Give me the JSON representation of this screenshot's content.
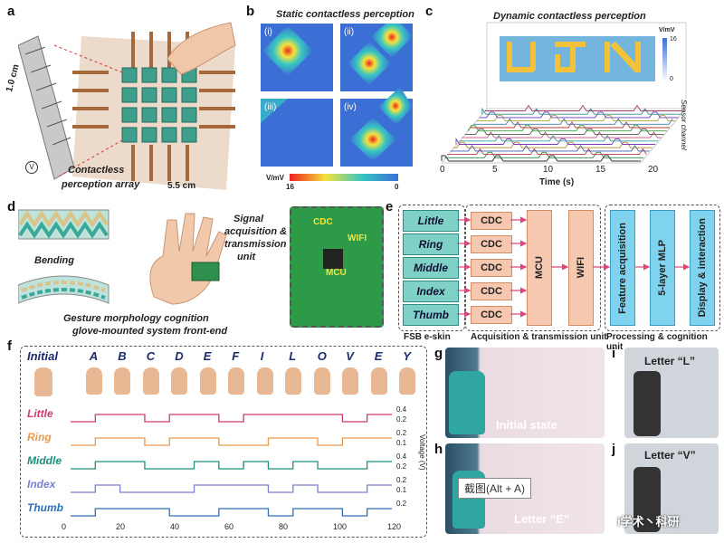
{
  "panels": {
    "a": {
      "label": "a",
      "dim_1cm": "1.0 cm",
      "dim_55cm": "5.5 cm",
      "caption_line1": "Contactless",
      "caption_line2": "perception array",
      "voltmeter": "V"
    },
    "b": {
      "label": "b",
      "title": "Static contactless perception",
      "subpanels": [
        "(i)",
        "(ii)",
        "(iii)",
        "(iv)"
      ],
      "colorbar_unit": "V/mV",
      "colorbar_max": "16",
      "colorbar_min": "0"
    },
    "c": {
      "label": "c",
      "title": "Dynamic contactless perception",
      "xlabel": "Time (s)",
      "xticks": [
        "0",
        "5",
        "10",
        "15",
        "20"
      ],
      "zlabel": "Sensor channel",
      "colorbar_unit": "V/mV",
      "colorbar_max": "16",
      "colorbar_min": "0"
    },
    "d": {
      "label": "d",
      "bending": "Bending",
      "signal_line1": "Signal",
      "signal_line2": "acquisition &",
      "signal_line3": "transmission",
      "signal_line4": "unit",
      "caption_line1": "Gesture morphology cognition",
      "caption_line2": "glove-mounted system front-end",
      "chip_cdc": "CDC",
      "chip_mcu": "MCU",
      "chip_wifi": "WIFI"
    },
    "e": {
      "label": "e",
      "fingers": [
        "Little",
        "Ring",
        "Middle",
        "Index",
        "Thumb"
      ],
      "cdc": "CDC",
      "mcu": "MCU",
      "wifi": "WIFI",
      "stage_feature": "Feature acquisition",
      "stage_mlp": "5-layer MLP",
      "stage_display": "Display & interaction",
      "caption_skin": "FSB e-skin",
      "caption_acq": "Acquisition & transmission unit",
      "caption_proc": "Processing & cognition unit"
    },
    "f": {
      "label": "f",
      "initial": "Initial",
      "letters": [
        "A",
        "B",
        "C",
        "D",
        "E",
        "F",
        "I",
        "L",
        "O",
        "V",
        "E",
        "Y"
      ],
      "channels": [
        "Little",
        "Ring",
        "Middle",
        "Index",
        "Thumb"
      ],
      "channel_colors": [
        "#d23b6a",
        "#e89a4a",
        "#1d8f7e",
        "#7a7fd0",
        "#2f6fb8"
      ],
      "ticks_right": [
        [
          "0.4",
          "0.2"
        ],
        [
          "0.2",
          "0.1"
        ],
        [
          "0.4",
          "0.2"
        ],
        [
          "0.2",
          "0.1"
        ],
        [
          "0.2"
        ]
      ],
      "xticks": [
        "0",
        "20",
        "40",
        "60",
        "80",
        "100",
        "120"
      ],
      "ylabel": "Voltage (V)"
    },
    "g": {
      "label": "g",
      "caption": "Initial state"
    },
    "h": {
      "label": "h",
      "caption": "Letter “E”",
      "overlay": "截图(Alt + A)"
    },
    "i": {
      "label": "i",
      "caption": "Letter “L”"
    },
    "j": {
      "label": "j",
      "caption": "Letter “V”"
    },
    "watermark": "i学术丶科研"
  }
}
